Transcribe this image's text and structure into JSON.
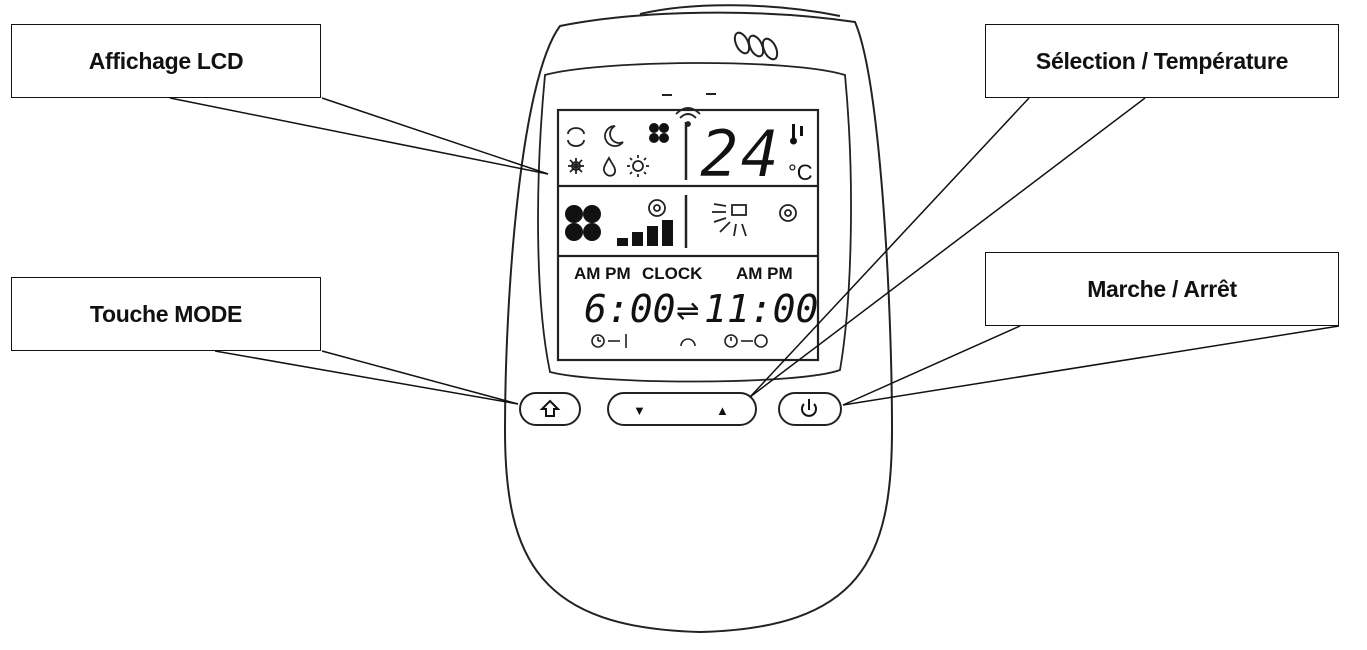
{
  "callouts": {
    "lcd": "Affichage LCD",
    "temperature": "Sélection / Température",
    "mode": "Touche MODE",
    "power": "Marche / Arrêt"
  },
  "lcd": {
    "temperature": "24",
    "unit": "°C",
    "timer_header_left": "AM PM",
    "timer_header_clock": "CLOCK",
    "timer_header_right": "AM PM",
    "timer_on": "6:00",
    "timer_arrows": "⇌",
    "timer_off": "11:00"
  },
  "buttons": {
    "down": "▼",
    "up": "▲"
  },
  "colors": {
    "line": "#111111",
    "background": "#ffffff"
  }
}
